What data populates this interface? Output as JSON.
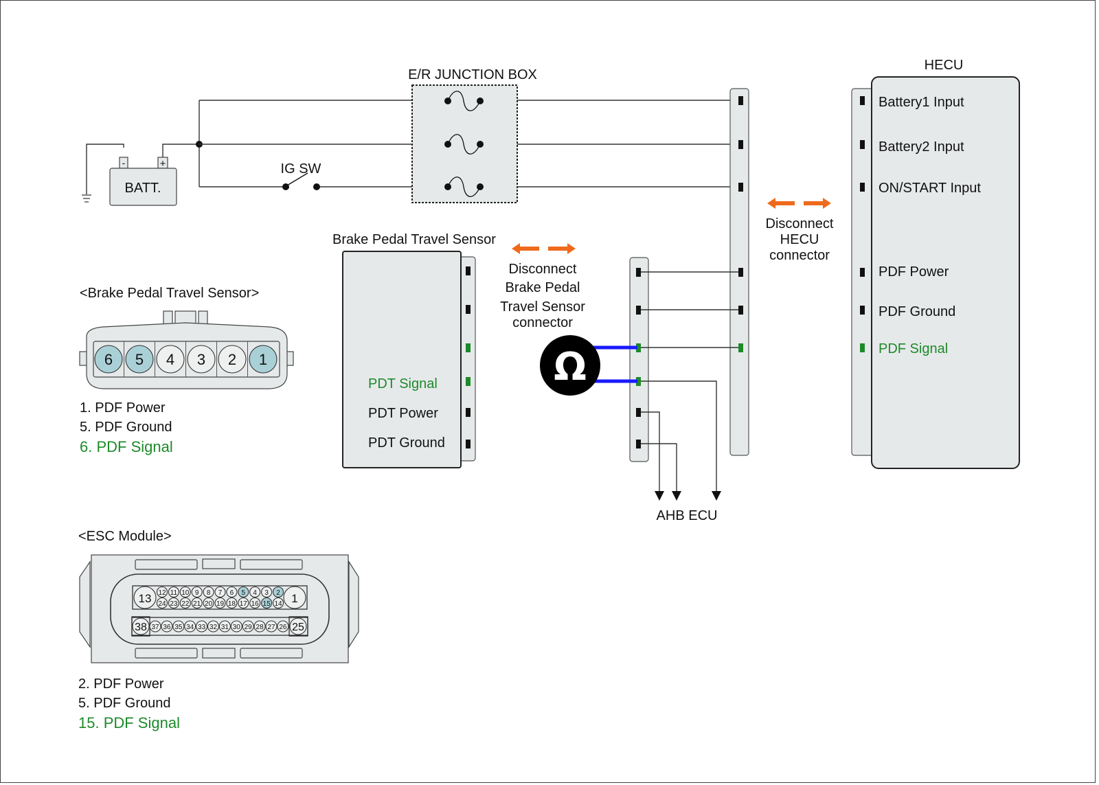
{
  "diagram": {
    "junction_box": {
      "title": "E/R JUNCTION BOX"
    },
    "battery": {
      "label": "BATT.",
      "minus": "-",
      "plus": "+"
    },
    "ig_switch": {
      "label": "IG SW"
    },
    "hecu": {
      "title": "HECU",
      "pins": [
        {
          "label": "Battery1 Input",
          "signal": false
        },
        {
          "label": "Battery2 Input",
          "signal": false
        },
        {
          "label": "ON/START Input",
          "signal": false
        },
        {
          "label": "PDF Power",
          "signal": false
        },
        {
          "label": "PDF Ground",
          "signal": false
        },
        {
          "label": "PDF Signal",
          "signal": true
        }
      ]
    },
    "disconnect_hecu": {
      "lines": [
        "Disconnect",
        "HECU",
        "connector"
      ]
    },
    "bpts": {
      "title": "Brake Pedal Travel Sensor",
      "pins": [
        {
          "label": "",
          "signal": false
        },
        {
          "label": "",
          "signal": false
        },
        {
          "label": "",
          "signal": true
        },
        {
          "label": "PDT Signal",
          "signal": true
        },
        {
          "label": "PDT Power",
          "signal": false
        },
        {
          "label": "PDT Ground",
          "signal": false
        }
      ]
    },
    "disconnect_bpts": {
      "lines": [
        "Disconnect",
        "Brake Pedal",
        "Travel Sensor",
        "connector"
      ]
    },
    "ohmmeter": {
      "symbol": "Ω"
    },
    "ahb_ecu": {
      "label": "AHB ECU"
    },
    "colors": {
      "signal": "#1d8a2a",
      "probe": "#1a1aff",
      "arrow": "#ee6a1c",
      "highlight_pin": "#a9d0d6"
    }
  },
  "bpts_connector": {
    "title": "<Brake Pedal Travel Sensor>",
    "cavities": [
      "6",
      "5",
      "4",
      "3",
      "2",
      "1"
    ],
    "highlighted": [
      "6",
      "5",
      "1"
    ],
    "legend": [
      {
        "text": "1. PDF Power",
        "signal": false
      },
      {
        "text": "5. PDF Ground",
        "signal": false
      },
      {
        "text": "6. PDF Signal",
        "signal": true
      }
    ]
  },
  "esc_connector": {
    "title": "<ESC Module>",
    "big_left": "13",
    "big_right": "1",
    "row_top": [
      "12",
      "11",
      "10",
      "9",
      "8",
      "7",
      "6",
      "5",
      "4",
      "3",
      "2"
    ],
    "row_mid": [
      "24",
      "23",
      "22",
      "21",
      "20",
      "19",
      "18",
      "17",
      "16",
      "15",
      "14"
    ],
    "row_bottom_left": "38",
    "row_bottom": [
      "37",
      "36",
      "35",
      "34",
      "33",
      "32",
      "31",
      "30",
      "29",
      "28",
      "27",
      "26"
    ],
    "row_bottom_right": "25",
    "highlighted": [
      "5",
      "2",
      "15"
    ],
    "legend": [
      {
        "text": "2. PDF Power",
        "signal": false
      },
      {
        "text": "5. PDF Ground",
        "signal": false
      },
      {
        "text": "15. PDF Signal",
        "signal": true
      }
    ]
  }
}
